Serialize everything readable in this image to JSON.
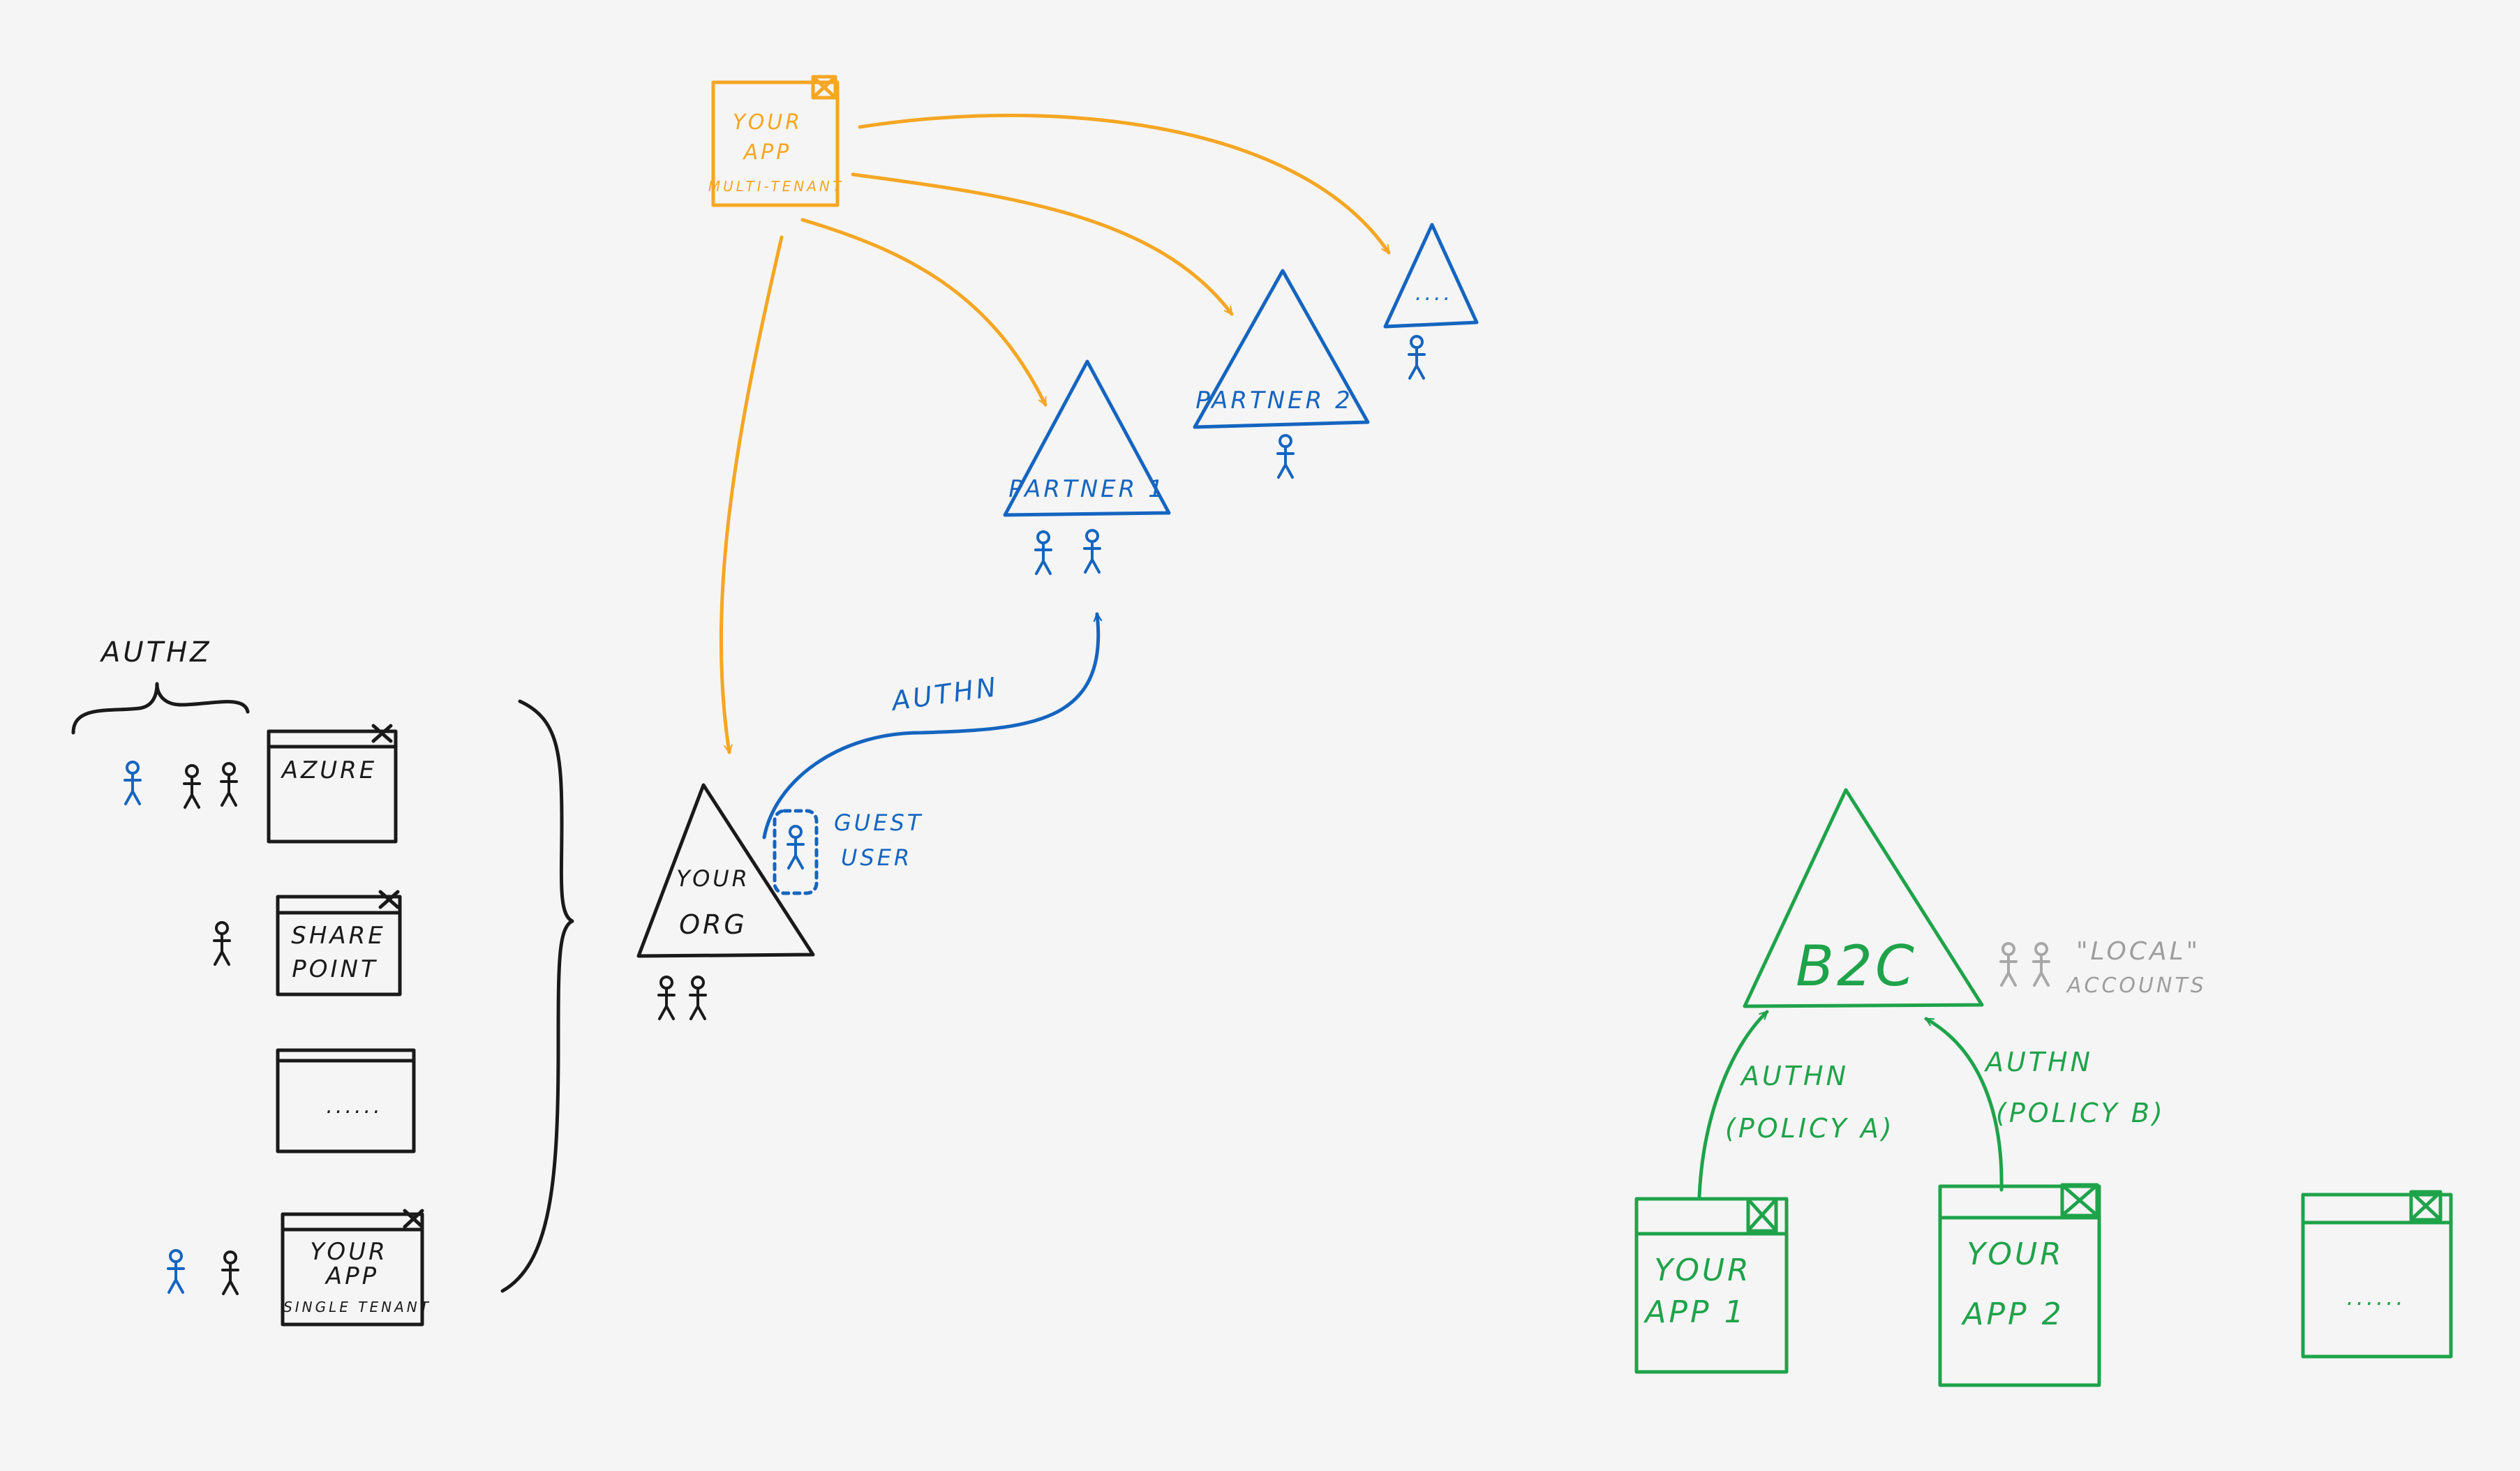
{
  "colors": {
    "background": "#f5f5f5",
    "black": "#1a1a1a",
    "blue": "#1565c0",
    "orange": "#f5a623",
    "green": "#1fa34a",
    "gray": "#9e9e9e"
  },
  "multi_tenant_app": {
    "line1": "YOUR",
    "line2": "APP",
    "line3": "MULTI-TENANT"
  },
  "tenants": {
    "partner1": "PARTNER 1",
    "partner2": "PARTNER 2",
    "more": "....",
    "your_org_line1": "YOUR",
    "your_org_line2": "ORG"
  },
  "authz_label": "AUTHZ",
  "authn_label": "AUTHN",
  "guest_user": {
    "line1": "GUEST",
    "line2": "USER"
  },
  "single_tenant_apps": {
    "azure": "AZURE",
    "sharepoint_line1": "SHARE",
    "sharepoint_line2": "POINT",
    "other": "......",
    "yourapp_line1": "YOUR",
    "yourapp_line2": "APP",
    "yourapp_line3": "SINGLE TENANT"
  },
  "b2c": {
    "label": "B2C",
    "local_line1": "\"LOCAL\"",
    "local_line2": "ACCOUNTS",
    "authn_a_line1": "AUTHN",
    "authn_a_line2": "(POLICY A)",
    "authn_b_line1": "AUTHN",
    "authn_b_line2": "(POLICY B)",
    "app1_line1": "YOUR",
    "app1_line2": "APP 1",
    "app2_line1": "YOUR",
    "app2_line2": "APP 2",
    "app3": "......"
  }
}
